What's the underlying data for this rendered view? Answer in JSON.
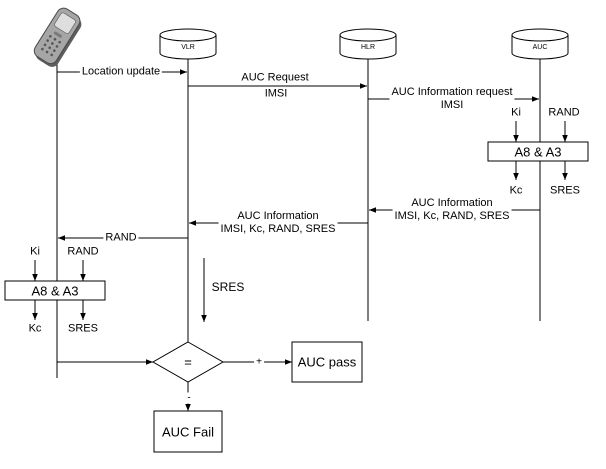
{
  "nodes": {
    "mobile_station": {
      "icon": "mobile-phone-icon"
    },
    "vlr": {
      "label": "VLR",
      "icon": "database-icon"
    },
    "hlr": {
      "label": "HLR",
      "icon": "database-icon"
    },
    "auc": {
      "label": "AUC",
      "icon": "database-icon"
    }
  },
  "messages": {
    "location_update": "Location update",
    "auc_request": {
      "line1": "AUC Request",
      "line2": "IMSI"
    },
    "auc_information_request": {
      "line1": "AUC Information request",
      "line2": "IMSI"
    },
    "auc_information_to_hlr": {
      "line1": "AUC Information",
      "line2": "IMSI, Kc, RAND, SRES"
    },
    "auc_information_to_vlr": {
      "line1": "AUC Information",
      "line2": "IMSI, Kc, RAND, SRES"
    },
    "rand_to_mobile": "RAND",
    "sres_to_vlr": "SRES"
  },
  "auc_computation": {
    "ki": "Ki",
    "rand": "RAND",
    "algorithm": "A8 & A3",
    "kc": "Kc",
    "sres": "SRES"
  },
  "mobile_computation": {
    "ki": "Ki",
    "rand": "RAND",
    "algorithm": "A8 & A3",
    "kc": "Kc",
    "sres": "SRES"
  },
  "comparison": {
    "operator": "=",
    "pass_sign": "+",
    "fail_sign": "-",
    "pass_result": "AUC pass",
    "fail_result": "AUC Fail"
  },
  "colors": {
    "line": "#000000",
    "phone_body": "#a6a6a6",
    "background": "#ffffff"
  }
}
